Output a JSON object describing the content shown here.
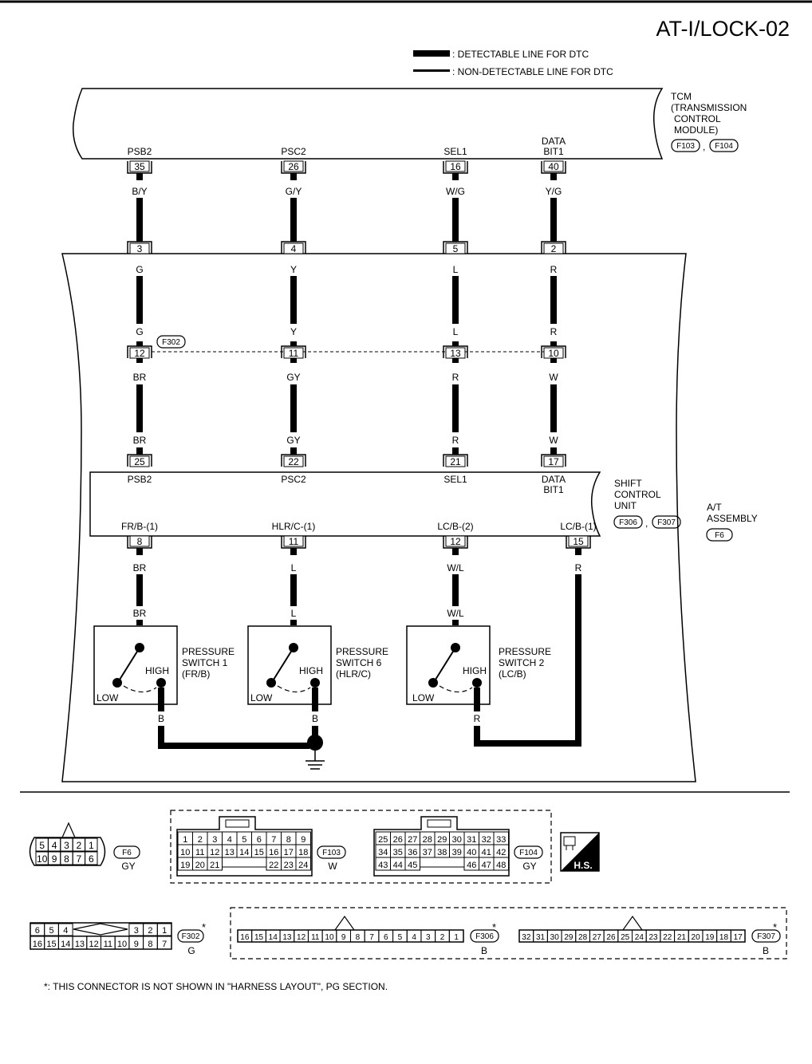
{
  "diagram_id": "AT-I/LOCK-02",
  "legend": {
    "detectable": ": DETECTABLE LINE FOR DTC",
    "non_detectable": ": NON-DETECTABLE LINE FOR DTC"
  },
  "tcm": {
    "lines": [
      "TCM",
      "(TRANSMISSION",
      "CONTROL",
      "MODULE)"
    ],
    "connectors": [
      "F103",
      "F104"
    ],
    "sep": ","
  },
  "wires": [
    {
      "tcm_label": "PSB2",
      "tcm_label2": "",
      "tcm_pin": "35",
      "color1": "B/Y",
      "join_pin": "3",
      "color2": "G",
      "color3": "G",
      "f302_pin": "12",
      "color4": "BR",
      "color5": "BR",
      "scu_pin": "25",
      "scu_label": "PSB2",
      "scu_label2": ""
    },
    {
      "tcm_label": "PSC2",
      "tcm_label2": "",
      "tcm_pin": "26",
      "color1": "G/Y",
      "join_pin": "4",
      "color2": "Y",
      "color3": "Y",
      "f302_pin": "11",
      "color4": "GY",
      "color5": "GY",
      "scu_pin": "22",
      "scu_label": "PSC2",
      "scu_label2": ""
    },
    {
      "tcm_label": "SEL1",
      "tcm_label2": "",
      "tcm_pin": "16",
      "color1": "W/G",
      "join_pin": "5",
      "color2": "L",
      "color3": "L",
      "f302_pin": "13",
      "color4": "R",
      "color5": "R",
      "scu_pin": "21",
      "scu_label": "SEL1",
      "scu_label2": ""
    },
    {
      "tcm_label": "DATA",
      "tcm_label2": "BIT1",
      "tcm_pin": "40",
      "color1": "Y/G",
      "join_pin": "2",
      "color2": "R",
      "color3": "R",
      "f302_pin": "10",
      "color4": "W",
      "color5": "W",
      "scu_pin": "17",
      "scu_label": "DATA",
      "scu_label2": "BIT1"
    }
  ],
  "f302_tag": "F302",
  "scu": {
    "lines": [
      "SHIFT",
      "CONTROL",
      "UNIT"
    ],
    "connectors": [
      "F306",
      "F307"
    ],
    "sep": ","
  },
  "at_assembly": {
    "lines": [
      "A/T",
      "ASSEMBLY"
    ],
    "connector": "F6"
  },
  "outputs": [
    {
      "label": "FR/B-(1)",
      "pin": "8",
      "color_top": "BR",
      "color_bottom": "BR"
    },
    {
      "label": "HLR/C-(1)",
      "pin": "11",
      "color_top": "L",
      "color_bottom": "L"
    },
    {
      "label": "LC/B-(2)",
      "pin": "12",
      "color_top": "W/L",
      "color_bottom": "W/L"
    },
    {
      "label": "LC/B-(1)",
      "pin": "15",
      "color_top": "R",
      "color_bottom": ""
    }
  ],
  "switches": [
    {
      "lines": [
        "PRESSURE",
        "SWITCH 1",
        "(FR/B)"
      ],
      "high": "HIGH",
      "low": "LOW",
      "color_out": "B"
    },
    {
      "lines": [
        "PRESSURE",
        "SWITCH 6",
        "(HLR/C)"
      ],
      "high": "HIGH",
      "low": "LOW",
      "color_out": "B"
    },
    {
      "lines": [
        "PRESSURE",
        "SWITCH 2",
        "(LC/B)"
      ],
      "high": "HIGH",
      "low": "LOW",
      "color_out": "R"
    }
  ],
  "connectors": {
    "f6": {
      "top": [
        "5",
        "4",
        "3",
        "2",
        "1"
      ],
      "bottom": [
        "10",
        "9",
        "8",
        "7",
        "6"
      ],
      "name": "F6",
      "color": "GY"
    },
    "f103": {
      "rows": [
        [
          "1",
          "2",
          "3",
          "4",
          "5",
          "6",
          "7",
          "8",
          "9"
        ],
        [
          "10",
          "11",
          "12",
          "13",
          "14",
          "15",
          "16",
          "17",
          "18"
        ],
        [
          "19",
          "20",
          "21",
          "",
          "",
          "",
          "22",
          "23",
          "24"
        ]
      ],
      "name": "F103",
      "color": "W"
    },
    "f104": {
      "rows": [
        [
          "25",
          "26",
          "27",
          "28",
          "29",
          "30",
          "31",
          "32",
          "33"
        ],
        [
          "34",
          "35",
          "36",
          "37",
          "38",
          "39",
          "40",
          "41",
          "42"
        ],
        [
          "43",
          "44",
          "45",
          "",
          "",
          "",
          "46",
          "47",
          "48"
        ]
      ],
      "name": "F104",
      "color": "GY"
    },
    "hs_label": "H.S.",
    "f302": {
      "top_left": [
        "6",
        "5",
        "4"
      ],
      "top_right": [
        "3",
        "2",
        "1"
      ],
      "bottom": [
        "16",
        "15",
        "14",
        "13",
        "12",
        "11",
        "10",
        "9",
        "8",
        "7"
      ],
      "name": "F302",
      "color": "G"
    },
    "f306": {
      "pins": [
        "16",
        "15",
        "14",
        "13",
        "12",
        "11",
        "10",
        "9",
        "8",
        "7",
        "6",
        "5",
        "4",
        "3",
        "2",
        "1"
      ],
      "name": "F306",
      "color": "B"
    },
    "f307": {
      "pins": [
        "32",
        "31",
        "30",
        "29",
        "28",
        "27",
        "26",
        "25",
        "24",
        "23",
        "22",
        "21",
        "20",
        "19",
        "18",
        "17"
      ],
      "name": "F307",
      "color": "B"
    },
    "asterisk": "*"
  },
  "footnote": "*: THIS CONNECTOR IS NOT SHOWN IN \"HARNESS LAYOUT\", PG SECTION."
}
